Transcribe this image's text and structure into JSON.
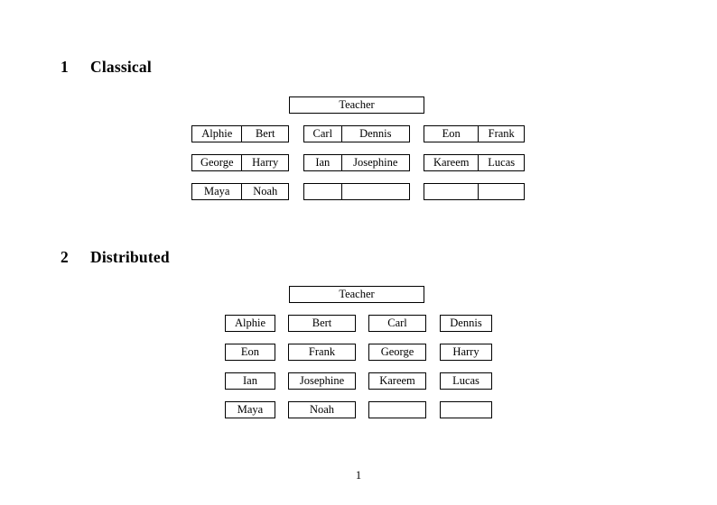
{
  "document": {
    "page_number": "1",
    "background_color": "#ffffff",
    "text_color": "#000000",
    "border_color": "#000000"
  },
  "sections": [
    {
      "number": "1",
      "title": "Classical",
      "teacher_label": "Teacher",
      "groups": [
        {
          "rows": [
            [
              "Alphie",
              "Bert"
            ],
            [
              "George",
              "Harry"
            ],
            [
              "Maya",
              "Noah"
            ]
          ]
        },
        {
          "rows": [
            [
              "Carl",
              "Dennis"
            ],
            [
              "Ian",
              "Josephine"
            ],
            [
              "",
              ""
            ]
          ]
        },
        {
          "rows": [
            [
              "Eon",
              "Frank"
            ],
            [
              "Kareem",
              "Lucas"
            ],
            [
              "",
              ""
            ]
          ]
        }
      ]
    },
    {
      "number": "2",
      "title": "Distributed",
      "teacher_label": "Teacher",
      "columns": [
        {
          "cells": [
            "Alphie",
            "Eon",
            "Ian",
            "Maya"
          ]
        },
        {
          "cells": [
            "Bert",
            "Frank",
            "Josephine",
            "Noah"
          ]
        },
        {
          "cells": [
            "Carl",
            "George",
            "Kareem",
            ""
          ]
        },
        {
          "cells": [
            "Dennis",
            "Harry",
            "Lucas",
            ""
          ]
        }
      ]
    }
  ]
}
